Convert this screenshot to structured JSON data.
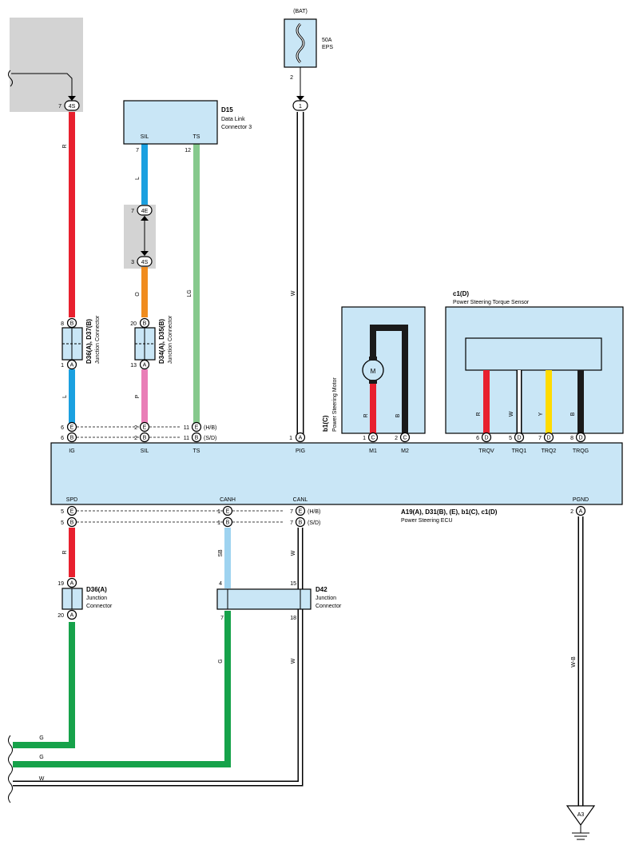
{
  "colors": {
    "R": "#e8202e",
    "L": "#1aa0e0",
    "O": "#f08c1e",
    "P": "#e97eb7",
    "LG": "#86c98d",
    "G": "#16a24a",
    "SB": "#9ed3f0",
    "Y": "#ffdb00",
    "B": "#1a1a1a",
    "box": "#c9e6f6",
    "shade": "#d3d3d3"
  },
  "bat": {
    "label": "(BAT)",
    "fuse_amp": "50A",
    "fuse_name": "EPS",
    "pin_out": "2",
    "ecu_conn_pin": "1"
  },
  "dlc": {
    "id": "D15",
    "name_line1": "Data Link",
    "name_line2": "Connector 3",
    "pin_sil_label": "SIL",
    "pin_ts_label": "TS",
    "pin_sil_num": "7",
    "pin_ts_num": "12"
  },
  "conn_4s_top": {
    "pin": "7",
    "label": "4S"
  },
  "conn_4e": {
    "pin": "7",
    "label": "4E"
  },
  "conn_4s_mid": {
    "pin": "3",
    "label": "4S"
  },
  "jc_left": {
    "id": "D36(A), D37(B)",
    "name": "Junction Connector",
    "pin_top": "8",
    "pin_top_label": "B",
    "pin_bot": "1",
    "pin_bot_label": "A"
  },
  "jc_mid": {
    "id": "D34(A), D35(B)",
    "name": "Junction Connector",
    "pin_top": "20",
    "pin_top_label": "B",
    "pin_bot": "13",
    "pin_bot_label": "A"
  },
  "wire_labels": {
    "r1": "R",
    "l1": "L",
    "l2": "L",
    "o": "O",
    "p": "P",
    "lg": "LG",
    "w_bat": "W",
    "r_spd": "R",
    "sb": "SB",
    "w_canl": "W",
    "g_bot": "G",
    "w_bot": "W",
    "wb": "W-B",
    "g1": "G",
    "g2": "G",
    "w3": "W"
  },
  "ecu_top_pins": {
    "ig_e": "6",
    "ig_b": "6",
    "ig_e_l": "E",
    "ig_b_l": "B",
    "sil_e": "2",
    "sil_b": "2",
    "sil_e_l": "E",
    "sil_b_l": "B",
    "ts_e": "11",
    "ts_b": "11",
    "ts_e_l": "E",
    "ts_b_l": "B",
    "hb": "(H/B)",
    "sd": "(S/D)",
    "pig": "1",
    "pig_l": "A",
    "m1": "1",
    "m1_l": "C",
    "m2": "2",
    "m2_l": "C",
    "trqv": "6",
    "trqv_l": "D",
    "trq1": "5",
    "trq1_l": "D",
    "trq2": "7",
    "trq2_l": "D",
    "trqg": "8",
    "trqg_l": "D"
  },
  "ecu": {
    "top_labels": [
      "IG",
      "SIL",
      "TS",
      "PIG",
      "M1",
      "M2",
      "TRQV",
      "TRQ1",
      "TRQ2",
      "TRQG"
    ],
    "bottom_labels": [
      "SPD",
      "CANH",
      "CANL",
      "PGND"
    ],
    "id": "A19(A), D31(B), (E), b1(C), c1(D)",
    "name": "Power Steering ECU"
  },
  "ecu_bot_pins": {
    "spd_e": "5",
    "spd_b": "5",
    "spd_e_l": "E",
    "spd_b_l": "B",
    "canh_e": "1",
    "canh_b": "1",
    "canh_e_l": "E",
    "canh_b_l": "B",
    "canl_e": "7",
    "canl_b": "7",
    "canl_e_l": "E",
    "canl_b_l": "B",
    "hb": "(H/B)",
    "sd": "(S/D)",
    "pgnd": "2",
    "pgnd_l": "A"
  },
  "motor": {
    "id": "b1(C)",
    "name": "Power Steering Motor",
    "symbol": "M",
    "wire1": "R",
    "wire2": "B"
  },
  "torque": {
    "id": "c1(D)",
    "name": "Power Steering Torque Sensor",
    "w1": "R",
    "w2": "W",
    "w3": "Y",
    "w4": "B"
  },
  "jc_d36a": {
    "id": "D36(A)",
    "name_line1": "Junction",
    "name_line2": "Connector",
    "pin_top": "19",
    "pin_top_l": "A",
    "pin_bot": "20",
    "pin_bot_l": "A"
  },
  "d42": {
    "id": "D42",
    "name_line1": "Junction",
    "name_line2": "Connector",
    "p4": "4",
    "p15": "15",
    "p7": "7",
    "p18": "18"
  },
  "ground": {
    "label": "A3"
  }
}
